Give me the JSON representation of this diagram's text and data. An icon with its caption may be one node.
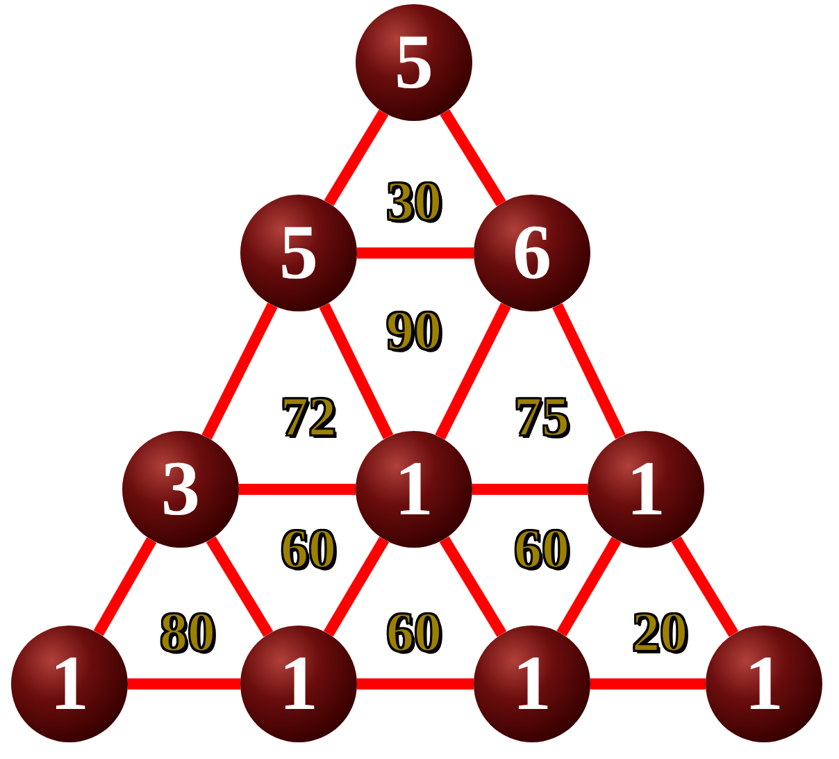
{
  "diagram": {
    "nodes": [
      {
        "text": [
          "5"
        ]
      },
      {
        "text": [
          "5"
        ]
      },
      {
        "text": [
          "6"
        ]
      },
      {
        "text": [
          "3"
        ]
      },
      {
        "text": [
          "1"
        ]
      },
      {
        "text": [
          "1"
        ]
      },
      {
        "text": [
          "1"
        ]
      },
      {
        "text": [
          "1"
        ]
      },
      {
        "text": [
          "1"
        ]
      },
      {
        "text": [
          "1"
        ]
      }
    ],
    "edges": [
      {
        "from": 0,
        "to": 1,
        "arrow": "none"
      },
      {
        "from": 0,
        "to": 2,
        "arrow": "none"
      },
      {
        "from": 1,
        "to": 2,
        "arrow": "none"
      },
      {
        "from": 1,
        "to": 3,
        "arrow": "none"
      },
      {
        "from": 1,
        "to": 4,
        "arrow": "none"
      },
      {
        "from": 2,
        "to": 4,
        "arrow": "none"
      },
      {
        "from": 2,
        "to": 5,
        "arrow": "none"
      },
      {
        "from": 3,
        "to": 4,
        "arrow": "none"
      },
      {
        "from": 4,
        "to": 5,
        "arrow": "none"
      },
      {
        "from": 3,
        "to": 6,
        "arrow": "none"
      },
      {
        "from": 3,
        "to": 7,
        "arrow": "none"
      },
      {
        "from": 4,
        "to": 7,
        "arrow": "none"
      },
      {
        "from": 4,
        "to": 8,
        "arrow": "none"
      },
      {
        "from": 5,
        "to": 8,
        "arrow": "none"
      },
      {
        "from": 5,
        "to": 9,
        "arrow": "none"
      },
      {
        "from": 6,
        "to": 7,
        "arrow": "none"
      },
      {
        "from": 7,
        "to": 8,
        "arrow": "none"
      },
      {
        "from": 8,
        "to": 9,
        "arrow": "none"
      }
    ],
    "labels": [
      "30",
      "90",
      "72",
      "75",
      "60",
      "60",
      "80",
      "60",
      "20"
    ]
  }
}
